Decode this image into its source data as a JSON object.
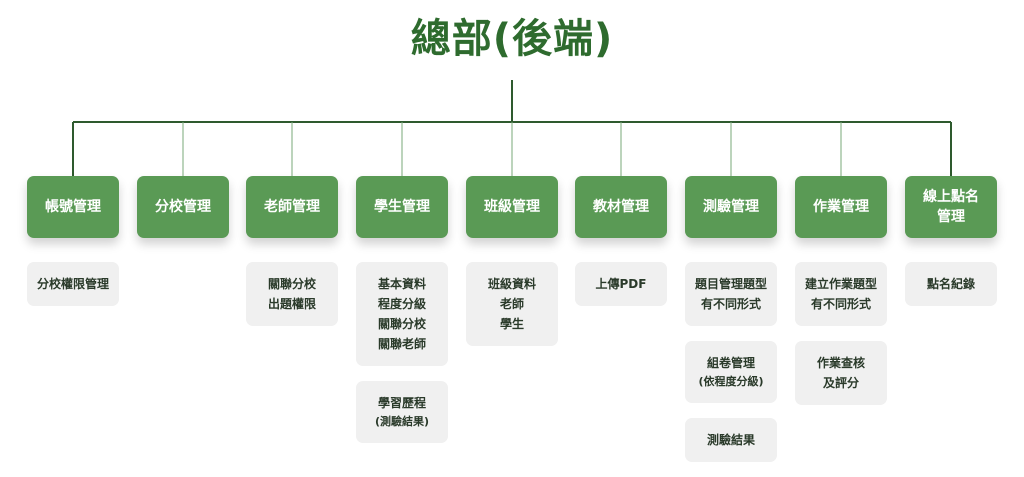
{
  "title": "總部(後端)",
  "columns": [
    {
      "label": "帳號管理",
      "cards": [
        {
          "text": "分校權限管理"
        }
      ]
    },
    {
      "label": "分校管理",
      "cards": []
    },
    {
      "label": "老師管理",
      "cards": [
        {
          "text": "關聯分校\n出題權限"
        }
      ]
    },
    {
      "label": "學生管理",
      "cards": [
        {
          "text": "基本資料\n程度分級\n關聯分校\n關聯老師"
        },
        {
          "text": "學習歷程",
          "note": "(測驗結果)"
        }
      ]
    },
    {
      "label": "班級管理",
      "cards": [
        {
          "text": "班級資料\n老師\n學生"
        }
      ]
    },
    {
      "label": "教材管理",
      "cards": [
        {
          "text": "上傳PDF"
        }
      ]
    },
    {
      "label": "測驗管理",
      "cards": [
        {
          "text": "題目管理題型\n有不同形式"
        },
        {
          "text": "組卷管理",
          "note": "(依程度分級)"
        },
        {
          "text": "測驗結果"
        }
      ]
    },
    {
      "label": "作業管理",
      "cards": [
        {
          "text": "建立作業題型\n有不同形式"
        },
        {
          "text": "作業查核\n及評分"
        }
      ]
    },
    {
      "label": "線上點名\n管理",
      "cards": [
        {
          "text": "點名紀錄"
        }
      ]
    }
  ]
}
